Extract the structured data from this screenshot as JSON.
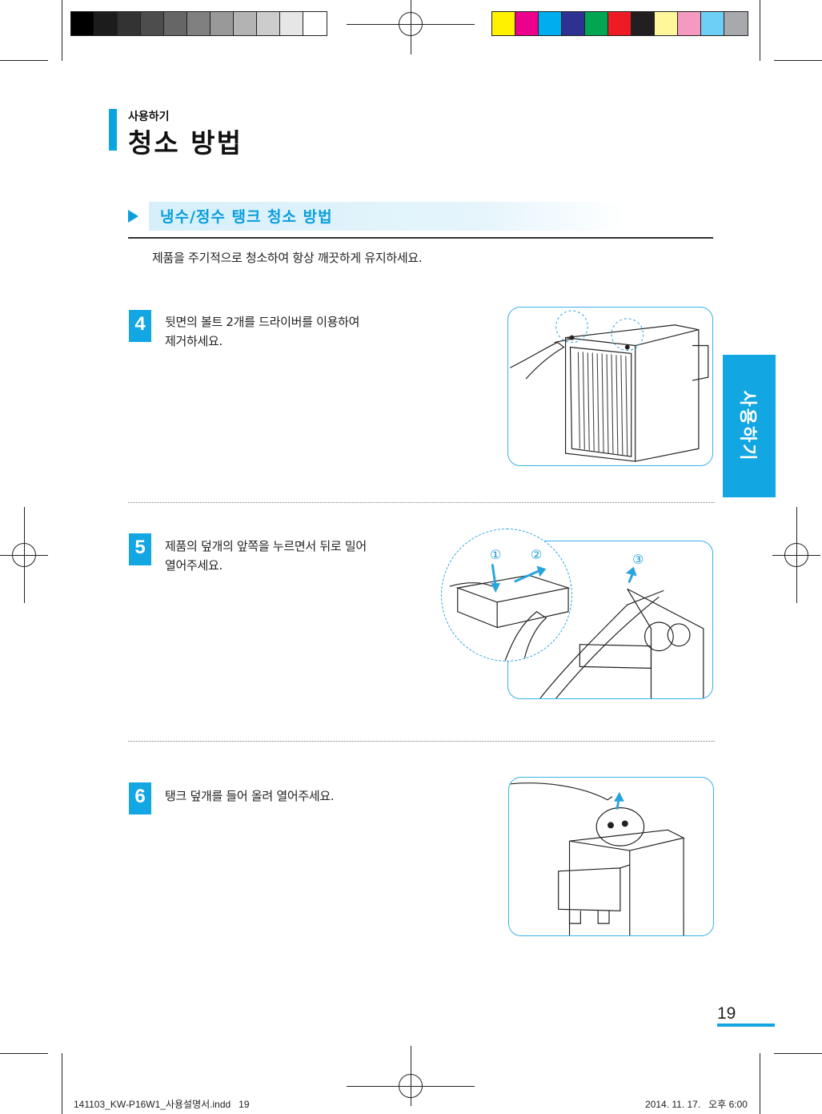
{
  "print_marks": {
    "gray_swatches": [
      "#000000",
      "#1c1c1c",
      "#333333",
      "#4d4d4d",
      "#666666",
      "#808080",
      "#999999",
      "#b3b3b3",
      "#cccccc",
      "#e6e6e6",
      "#ffffff"
    ],
    "color_swatches": [
      "#fff100",
      "#ec008c",
      "#00aeef",
      "#2e3192",
      "#00a651",
      "#ed1c24",
      "#231f20",
      "#fff799",
      "#f49ac1",
      "#6dcff6",
      "#a7a9ac"
    ]
  },
  "header": {
    "section": "사용하기",
    "title": "청소 방법"
  },
  "subsection": {
    "title": "냉수/정수 탱크 청소 방법",
    "intro": "제품을 주기적으로 청소하여 항상 깨끗하게 유지하세요."
  },
  "steps": [
    {
      "number": "4",
      "lines": [
        "뒷면의 볼트 2개를 드라이버를 이용하여",
        "제거하세요."
      ]
    },
    {
      "number": "5",
      "lines": [
        "제품의 덮개의 앞쪽을 누르면서 뒤로 밀어",
        "열어주세요."
      ],
      "callouts": [
        "①",
        "②",
        "③"
      ]
    },
    {
      "number": "6",
      "lines": [
        "탱크 덮개를 들어 올려 열어주세요."
      ]
    }
  ],
  "side_tab": "사용하기",
  "page_number": "19",
  "footer": {
    "file": "141103_KW-P16W1_사용설명서.indd   19",
    "date": "2014. 11. 17.   오후 6:00"
  },
  "colors": {
    "accent": "#12a6e3",
    "accent_text": "#0a9fdc",
    "panel_border": "#3ab2e6"
  }
}
